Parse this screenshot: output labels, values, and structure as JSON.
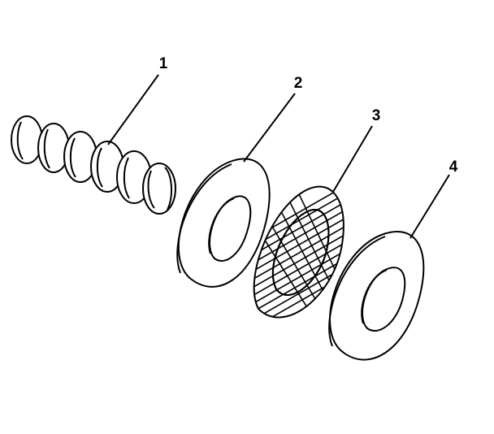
{
  "colors": {
    "line": "#000000",
    "paper": "#ffffff"
  },
  "callouts": [
    {
      "label": "1"
    },
    {
      "label": "2"
    },
    {
      "label": "3"
    },
    {
      "label": "4"
    }
  ]
}
